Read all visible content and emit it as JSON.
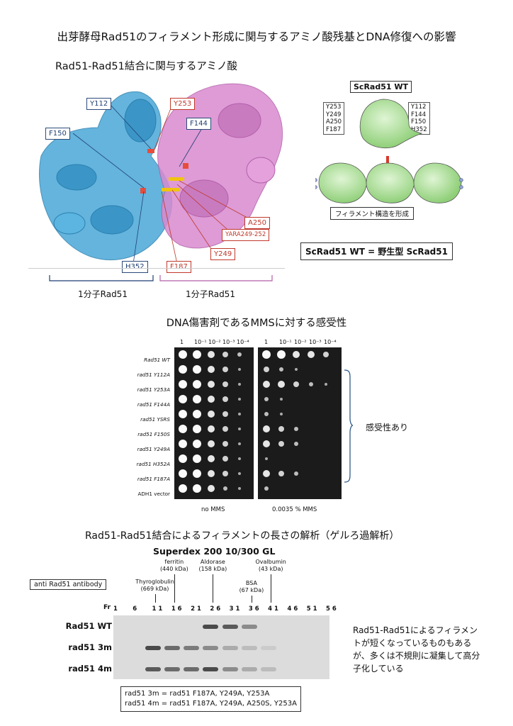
{
  "title": "出芽酵母Rad51のフィラメント形成に関与するアミノ酸残基とDNA修復への影響",
  "section1": {
    "title": "Rad51-Rad51結合に関与するアミノ酸",
    "residue_labels_blue": [
      "Y112",
      "F150",
      "F144",
      "H352"
    ],
    "residue_labels_red": [
      "Y253",
      "A250",
      "YARA249-252",
      "Y249",
      "F187"
    ],
    "left_caption": "1分子Rad51",
    "right_caption": "1分子Rad51",
    "diagram": {
      "title": "ScRad51 WT",
      "left_residues": [
        "Y253",
        "Y249",
        "A250",
        "F187"
      ],
      "right_residues": [
        "Y112",
        "F144",
        "F150",
        "H352"
      ],
      "filament_caption": "フィラメント構造を形成",
      "definition": "ScRad51 WT = 野生型 ScRad51"
    },
    "colors": {
      "blue_protein": "#4aa8d8",
      "pink_protein": "#d98ad0",
      "sphere": "#9ed98a"
    }
  },
  "section2": {
    "title": "DNA傷害剤であるMMSに対する感受性",
    "dilutions": [
      "1",
      "10⁻¹",
      "10⁻²",
      "10⁻³",
      "10⁻⁴"
    ],
    "strains": [
      "Rad51 WT",
      "rad51 Y112A",
      "rad51 Y253A",
      "rad51 F144A",
      "rad51 YSRS",
      "rad51 F150S",
      "rad51 Y249A",
      "rad51 H352A",
      "rad51 F187A",
      "ADH1 vector"
    ],
    "plate_left_label": "no MMS",
    "plate_right_label": "0.0035 % MMS",
    "bracket_label": "感受性あり",
    "growth_no_mms": [
      [
        5,
        5,
        4,
        3,
        2
      ],
      [
        5,
        5,
        4,
        3,
        1
      ],
      [
        5,
        5,
        4,
        3,
        1
      ],
      [
        5,
        5,
        4,
        3,
        1
      ],
      [
        5,
        5,
        4,
        3,
        1
      ],
      [
        5,
        5,
        4,
        3,
        1
      ],
      [
        5,
        5,
        4,
        3,
        1
      ],
      [
        5,
        5,
        4,
        3,
        1
      ],
      [
        5,
        5,
        4,
        3,
        1
      ],
      [
        5,
        5,
        4,
        2,
        1
      ]
    ],
    "growth_mms": [
      [
        5,
        5,
        4,
        4,
        3
      ],
      [
        3,
        2,
        1,
        0,
        0
      ],
      [
        4,
        4,
        3,
        2,
        1
      ],
      [
        2,
        1,
        0,
        0,
        0
      ],
      [
        2,
        1,
        0,
        0,
        0
      ],
      [
        4,
        3,
        2,
        0,
        0
      ],
      [
        4,
        3,
        2,
        0,
        0
      ],
      [
        1,
        0,
        0,
        0,
        0
      ],
      [
        4,
        3,
        2,
        0,
        0
      ],
      [
        2,
        0,
        0,
        0,
        0
      ]
    ]
  },
  "section3": {
    "title": "Rad51-Rad51結合によるフィラメントの長さの解析（ゲルろ過解析）",
    "column": "Superdex 200 10/300 GL",
    "antibody": "anti Rad51 antibody",
    "markers": [
      {
        "name": "Thyroglobulin",
        "size": "(669 kDa)",
        "fraction": 11
      },
      {
        "name": "ferritin",
        "size": "(440 kDa)",
        "fraction": 16
      },
      {
        "name": "Aldorase",
        "size": "(158 kDa)",
        "fraction": 26
      },
      {
        "name": "BSA",
        "size": "(67 kDa)",
        "fraction": 36
      },
      {
        "name": "Ovalbumin",
        "size": "(43 kDa)",
        "fraction": 41
      }
    ],
    "fr_label": "Fr",
    "fractions": [
      "1",
      "6",
      "1 1",
      "1 6",
      "2 1",
      "2 6",
      "3 1",
      "3 6",
      "4 1",
      "4 6",
      "5 1",
      "5 6"
    ],
    "rows": [
      {
        "label": "Rad51 WT",
        "intensity": [
          0,
          0,
          0,
          0,
          0.9,
          0.8,
          0.5,
          0,
          0,
          0
        ]
      },
      {
        "label": "rad51 3m",
        "intensity": [
          0,
          0.9,
          0.7,
          0.6,
          0.5,
          0.3,
          0.2,
          0.1,
          0,
          0
        ]
      },
      {
        "label": "rad51 4m",
        "intensity": [
          0,
          0.8,
          0.7,
          0.7,
          0.9,
          0.5,
          0.3,
          0.2,
          0,
          0
        ]
      }
    ],
    "note": "Rad51-Rad51によるフィラメントが短くなっているものもあるが、多くは不規則に凝集して高分子化している",
    "legend_3m": "rad51 3m = rad51 F187A, Y249A, Y253A",
    "legend_4m": "rad51 4m = rad51 F187A, Y249A, A250S, Y253A"
  }
}
